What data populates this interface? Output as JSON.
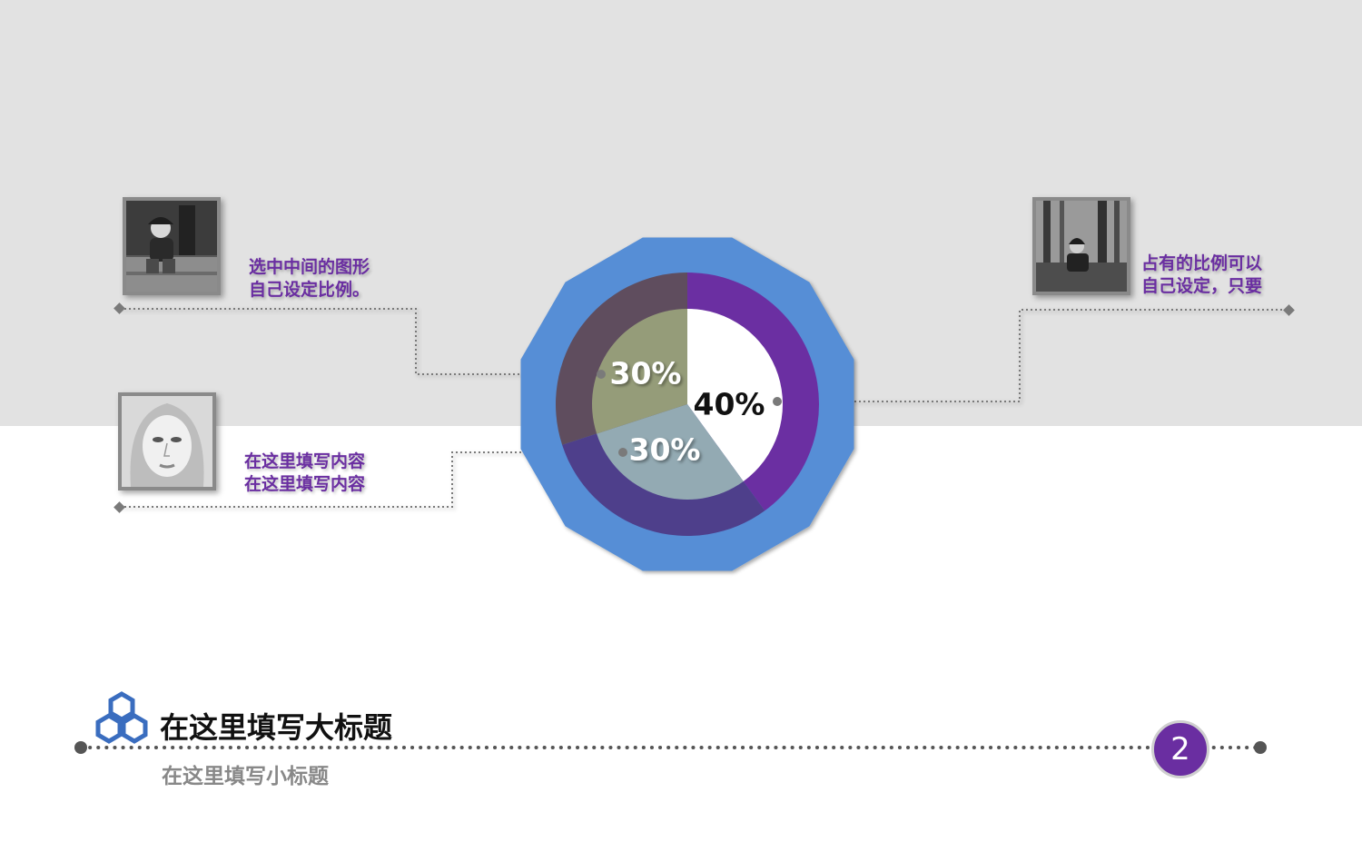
{
  "title": "在这里填写大标题",
  "subtitle": "在这里填写小标题",
  "page_number": "2",
  "captions": [
    {
      "line1": "选中中间的图形",
      "line2": "自己设定比例。"
    },
    {
      "line1": "在这里填写内容",
      "line2": "在这里填写内容"
    },
    {
      "line1": "占有的比例可以",
      "line2": "自己设定，只要"
    }
  ],
  "photos": [
    {
      "icon": "child-photo"
    },
    {
      "icon": "woman-face-photo"
    },
    {
      "icon": "forest-photo"
    }
  ],
  "colors": {
    "band": "#e2e2e2",
    "outer_shape": "#568ed6",
    "ring_purple": "#6b2fa2",
    "ring_dark": "#5f4d5e",
    "ring_indigo": "#4e3f8b",
    "inner_olive": "#959c79",
    "inner_teal": "#93aab3",
    "inner_white": "#ffffff",
    "accent": "#6a2ea1"
  },
  "chart_data": {
    "type": "pie",
    "slices": [
      {
        "label": "40%",
        "value": 40,
        "color": "#ffffff",
        "ring_color": "#6b2fa2",
        "label_color": "#111111"
      },
      {
        "label": "30%",
        "value": 30,
        "color": "#93aab3",
        "ring_color": "#4e3f8b",
        "label_color": "#ffffff"
      },
      {
        "label": "30%",
        "value": 30,
        "color": "#959c79",
        "ring_color": "#5f4d5e",
        "label_color": "#ffffff"
      }
    ]
  }
}
